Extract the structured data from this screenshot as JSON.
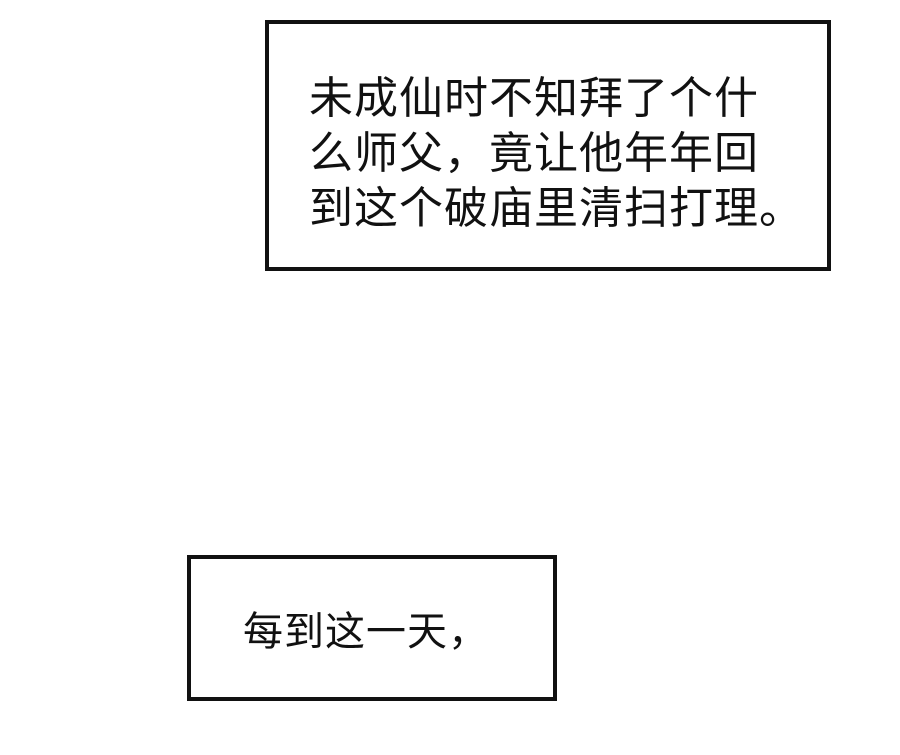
{
  "captions": [
    {
      "lines": [
        "未成仙时不知拜了个什",
        "么师父，竟让他年年回",
        "到这个破庙里清扫打理。"
      ]
    },
    {
      "lines": [
        "每到这一天，"
      ]
    }
  ]
}
